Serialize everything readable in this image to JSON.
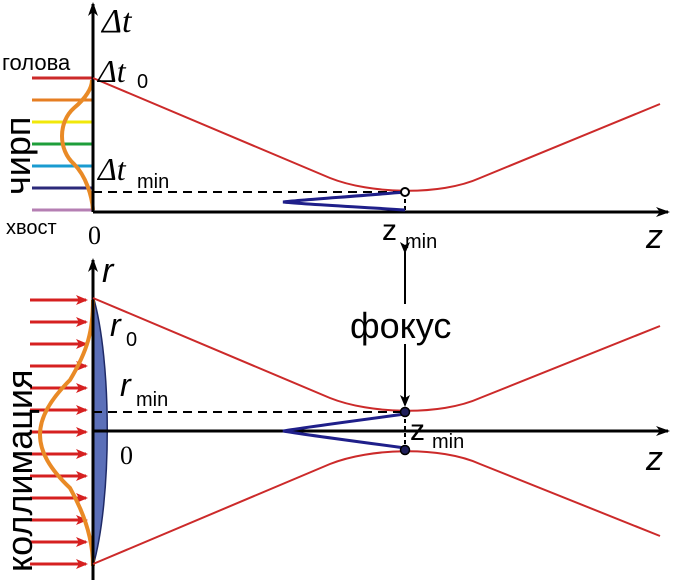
{
  "top": {
    "axis_y_label": "Δt",
    "dt0_label": "Δt",
    "dt0_sub": "0",
    "dtmin_label": "Δt",
    "dtmin_sub": "min",
    "head_label": "голова",
    "tail_label": "хвост",
    "chirp_label": "чирп",
    "origin_label": "0",
    "zmin_label": "z",
    "zmin_sub": "min",
    "z_axis_label": "z",
    "chirp_colors": [
      "#c0392b",
      "#e67e22",
      "#f1e80a",
      "#1e9e3a",
      "#1a9bd0",
      "#2c2a7a",
      "#b57fb3"
    ]
  },
  "bottom": {
    "axis_y_label": "r",
    "r0_label": "r",
    "r0_sub": "0",
    "rmin_label": "r",
    "rmin_sub": "min",
    "focus_label": "фокус",
    "collimation_label": "коллимация",
    "origin_label": "0",
    "zmin_label": "z",
    "zmin_sub": "min",
    "z_axis_label": "z"
  },
  "colors": {
    "beam": "#cc2a2a",
    "envelope": "#e98a26",
    "focus_profile": "#1f1f8a",
    "lens": "#5b6fb8",
    "arrows": "#d62020",
    "axis": "#000000"
  }
}
